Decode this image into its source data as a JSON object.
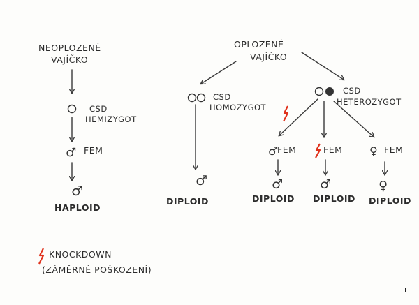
{
  "nodes": {
    "unfertilized_line1": "NEOPLOZENÉ",
    "unfertilized_line2": "VAJÍČKO",
    "fertilized_line1": "OPLOZENÉ",
    "fertilized_line2": "VAJÍČKO",
    "hemi_csd": "CSD",
    "hemi_label": "HEMIZYGOT",
    "homo_csd": "CSD",
    "homo_label": "HOMOZYGOT",
    "hetero_csd": "CSD",
    "hetero_label": "HETEROZYGOT",
    "fem": "FEM",
    "haploid": "HAPLOID",
    "diploid": "DIPLOID"
  },
  "legend": {
    "knockdown": "KNOCKDOWN",
    "note": "(ZÁMĚRNÉ POŠKOZENÍ)"
  },
  "symbols": {
    "male": "♂",
    "female": "♀",
    "lightning": "ϟ",
    "allele_open": "○",
    "allele_filled": "●"
  },
  "colors": {
    "ink": "#2b2b2b",
    "knockdown_red": "#e0321c"
  }
}
